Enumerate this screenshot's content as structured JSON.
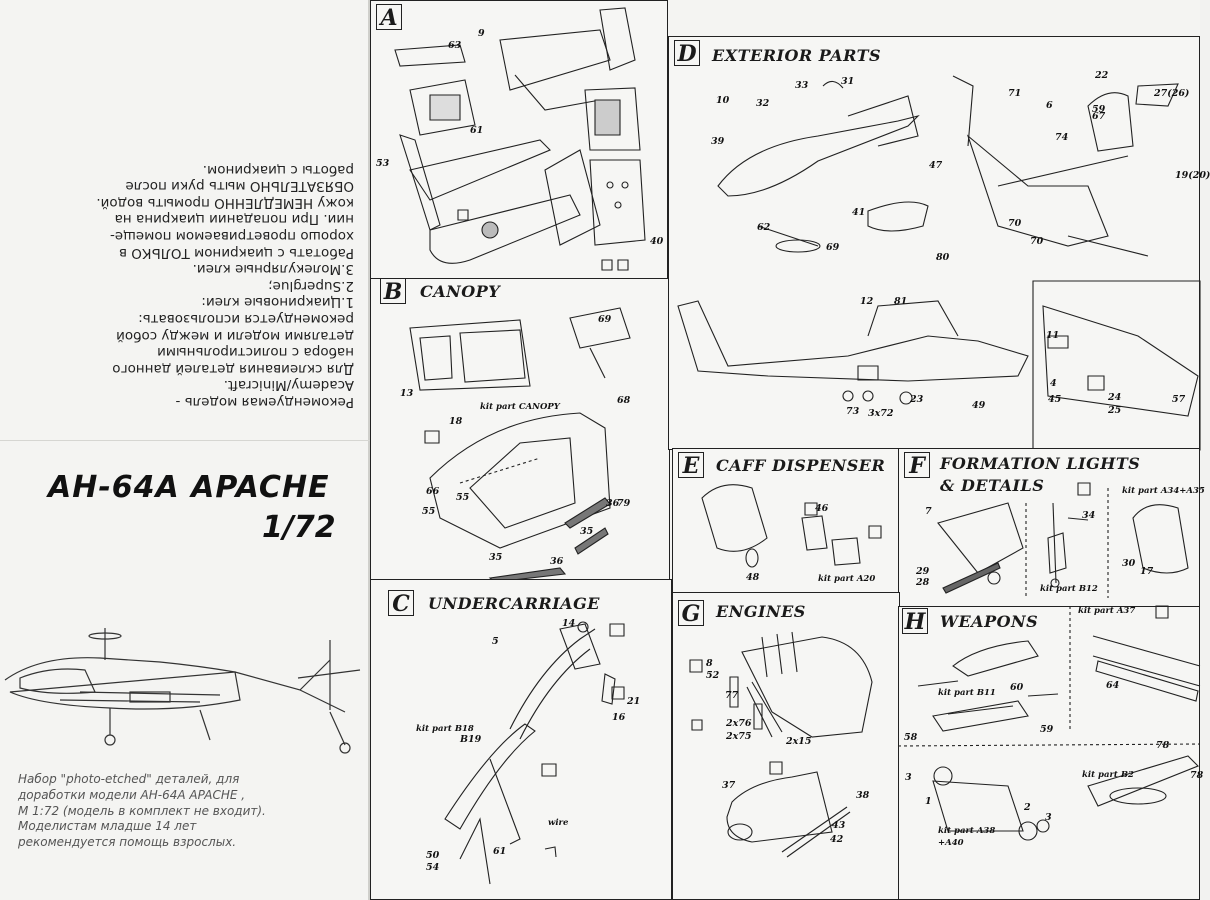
{
  "left": {
    "russian_lines": [
      "Рекомендуемая модель -",
      "Academy/Minicraft.",
      "Для склеивания деталей данного",
      "набора с полистирольными",
      "деталями модели и между собой",
      "рекомендуется использовать:",
      "1.Циакриновые клеи:",
      "2.Superglue;",
      "3.Молекулярные клеи.",
      "Работать с циакрином ТОЛЬКО в",
      "хорошо проветриваемом помеще-",
      "нии. При попадании циакрина на",
      "кожу НЕМЕДЛЕННО промыть водой.",
      "ОБЯЗАТЕЛЬНО мыть руки после",
      "работы с циакрином."
    ],
    "title": "AH-64A APACHE",
    "scale": "1/72",
    "bottom_lines": [
      "Набор \"photo-etched\" деталей,  для",
      "доработки модели АН-64А APACHE ,",
      "М 1:72 (модель в комплект не входит).",
      "Моделистам младше 14 лет",
      "рекомендуется помощь взрослых."
    ]
  },
  "panels": {
    "a": {
      "letter": "A",
      "nums": [
        "63",
        "9",
        "61",
        "53",
        "40"
      ]
    },
    "b": {
      "letter": "B",
      "title": "CANOPY",
      "nums": [
        "69",
        "68",
        "13",
        "18",
        "66",
        "55",
        "55",
        "79",
        "36",
        "35",
        "35",
        "36"
      ],
      "kit": "kit part CANOPY"
    },
    "c": {
      "letter": "C",
      "title": "UNDERCARRIAGE",
      "nums": [
        "14",
        "5",
        "21",
        "16",
        "50",
        "54",
        "61"
      ],
      "kit": "kit part B18",
      "kit_sub": "B19",
      "wire": "wire"
    },
    "d": {
      "letter": "D",
      "title": "EXTERIOR PARTS",
      "nums": [
        "31",
        "33",
        "10",
        "32",
        "39",
        "47",
        "41",
        "62",
        "69",
        "71",
        "6",
        "22",
        "67",
        "59",
        "74",
        "27(26)",
        "19(20)",
        "70",
        "70",
        "12",
        "81",
        "80",
        "73",
        "3x72",
        "23",
        "49",
        "11",
        "4",
        "45",
        "24",
        "25",
        "57"
      ]
    },
    "e": {
      "letter": "E",
      "title": "CAFF DISPENSER",
      "nums": [
        "46",
        "48"
      ],
      "kit": "kit part A20"
    },
    "f": {
      "letter": "F",
      "title": "FORMATION  LIGHTS",
      "title2": "& DETAILS",
      "nums": [
        "7",
        "34",
        "29",
        "28",
        "30",
        "17"
      ],
      "kit": "kit part B12",
      "kit2": "kit part A34+A35"
    },
    "g": {
      "letter": "G",
      "title": "ENGINES",
      "nums": [
        "8",
        "52",
        "77",
        "2x76",
        "2x75",
        "2x15",
        "37",
        "38",
        "43",
        "42"
      ]
    },
    "h": {
      "letter": "H",
      "title": "WEAPONS",
      "nums": [
        "60",
        "58",
        "59",
        "3",
        "1",
        "2",
        "3",
        "64",
        "78",
        "78"
      ],
      "kit": "kit part B11",
      "kit2": "kit part A38",
      "kit2_sub": "+A40",
      "kit3": "kit part A37",
      "kit4": "kit part B2"
    }
  },
  "colors": {
    "paper": "#f4f4f2",
    "ink": "#1a1a1a"
  }
}
